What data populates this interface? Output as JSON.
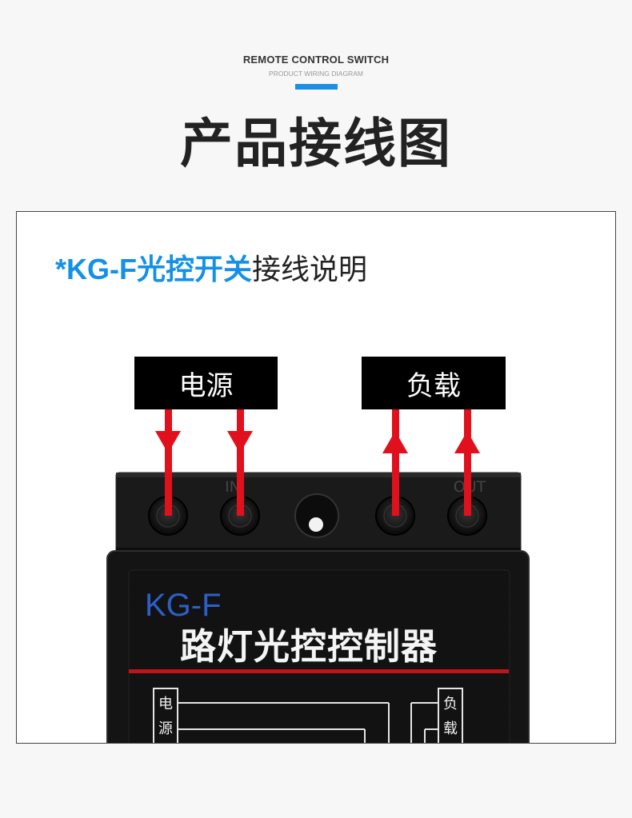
{
  "header": {
    "title_en": "REMOTE CONTROL SWITCH",
    "subtitle_en": "PRODUCT WIRING DIAGRAM",
    "title_cn": "产品接线图"
  },
  "panel": {
    "title_blue": "*KG-F光控开关",
    "title_black": "接线说明"
  },
  "labels": {
    "power": "电源",
    "load": "负载"
  },
  "terminals": {
    "in": "IN",
    "out": "OUT"
  },
  "device": {
    "model": "KG-F",
    "name": "路灯光控控制器",
    "left_vertical": [
      "电",
      "源"
    ],
    "right_vertical": [
      "负",
      "载"
    ]
  },
  "colors": {
    "accent": "#1b8fe3",
    "wire": "#e0101c",
    "label_bg": "#000000"
  }
}
